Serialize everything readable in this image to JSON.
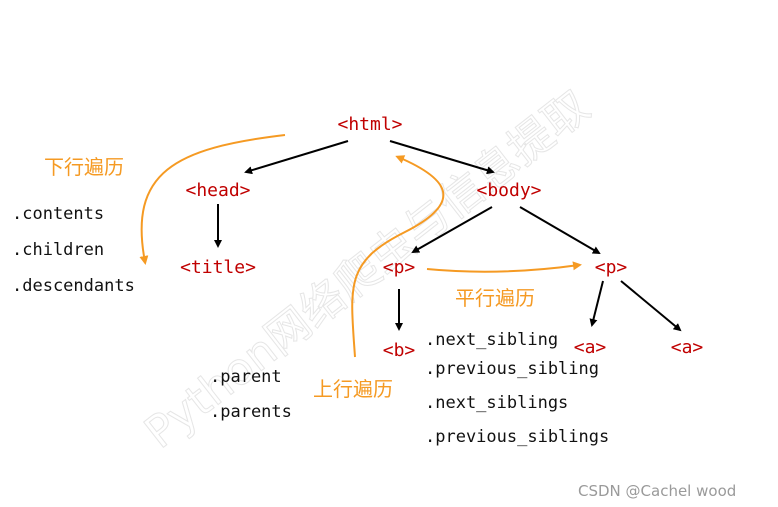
{
  "watermark": "Python网络爬虫与信息提取",
  "nodes": {
    "html": "<html>",
    "head": "<head>",
    "body": "<body>",
    "title": "<title>",
    "p1": "<p>",
    "p2": "<p>",
    "b": "<b>",
    "a1": "<a>",
    "a2": "<a>"
  },
  "downward": {
    "label": "下行遍历",
    "attrs": [
      ".contents",
      ".children",
      ".descendants"
    ]
  },
  "upward": {
    "label": "上行遍历",
    "attrs": [
      ".parent",
      ".parents"
    ]
  },
  "parallel": {
    "label": "平行遍历",
    "attrs": [
      ".next_sibling",
      ".previous_sibling",
      ".next_siblings",
      ".previous_siblings"
    ]
  },
  "credit": "CSDN @Cachel wood",
  "colors": {
    "node": "#c00000",
    "traversal": "#f59a23",
    "edge": "#000000"
  }
}
